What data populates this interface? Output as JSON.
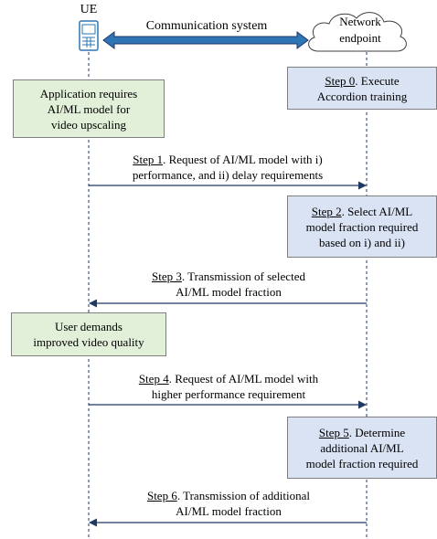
{
  "actors": {
    "ue": {
      "label": "UE",
      "icon": "mobile-phone-icon"
    },
    "network": {
      "line1": "Network",
      "line2": "endpoint",
      "icon": "cloud-icon"
    }
  },
  "link": {
    "label": "Communication system"
  },
  "boxes": {
    "app": {
      "line1": "Application requires",
      "line2": "AI/ML model for",
      "line3": "video upscaling"
    },
    "step0": {
      "step": "Step 0",
      "line1_rest": ". Execute",
      "line2": "Accordion training"
    },
    "step2": {
      "step": "Step 2",
      "line1_rest": ". Select  AI/ML",
      "line2": "model fraction required",
      "line3": "based on i) and ii)"
    },
    "user": {
      "line1": "User demands",
      "line2": "improved video quality"
    },
    "step5": {
      "step": "Step 5",
      "line1_rest": ". Determine",
      "line2": "additional AI/ML",
      "line3": "model fraction required"
    }
  },
  "messages": {
    "m1": {
      "step": "Step 1",
      "line1_rest": ". Request of AI/ML model with i)",
      "line2": "performance, and ii) delay requirements"
    },
    "m3": {
      "step": "Step 3",
      "line1_rest": ". Transmission of selected",
      "line2": "AI/ML model fraction"
    },
    "m4": {
      "step": "Step 4",
      "line1_rest": ". Request of AI/ML model with",
      "line2": "higher performance requirement"
    },
    "m6": {
      "step": "Step 6",
      "line1_rest": ". Transmission of additional",
      "line2": "AI/ML model fraction"
    }
  },
  "colors": {
    "green_fill": "#e2f0d9",
    "blue_fill": "#dae3f3",
    "arrow": "#1f3864",
    "icon_blue": "#2e75b6"
  }
}
